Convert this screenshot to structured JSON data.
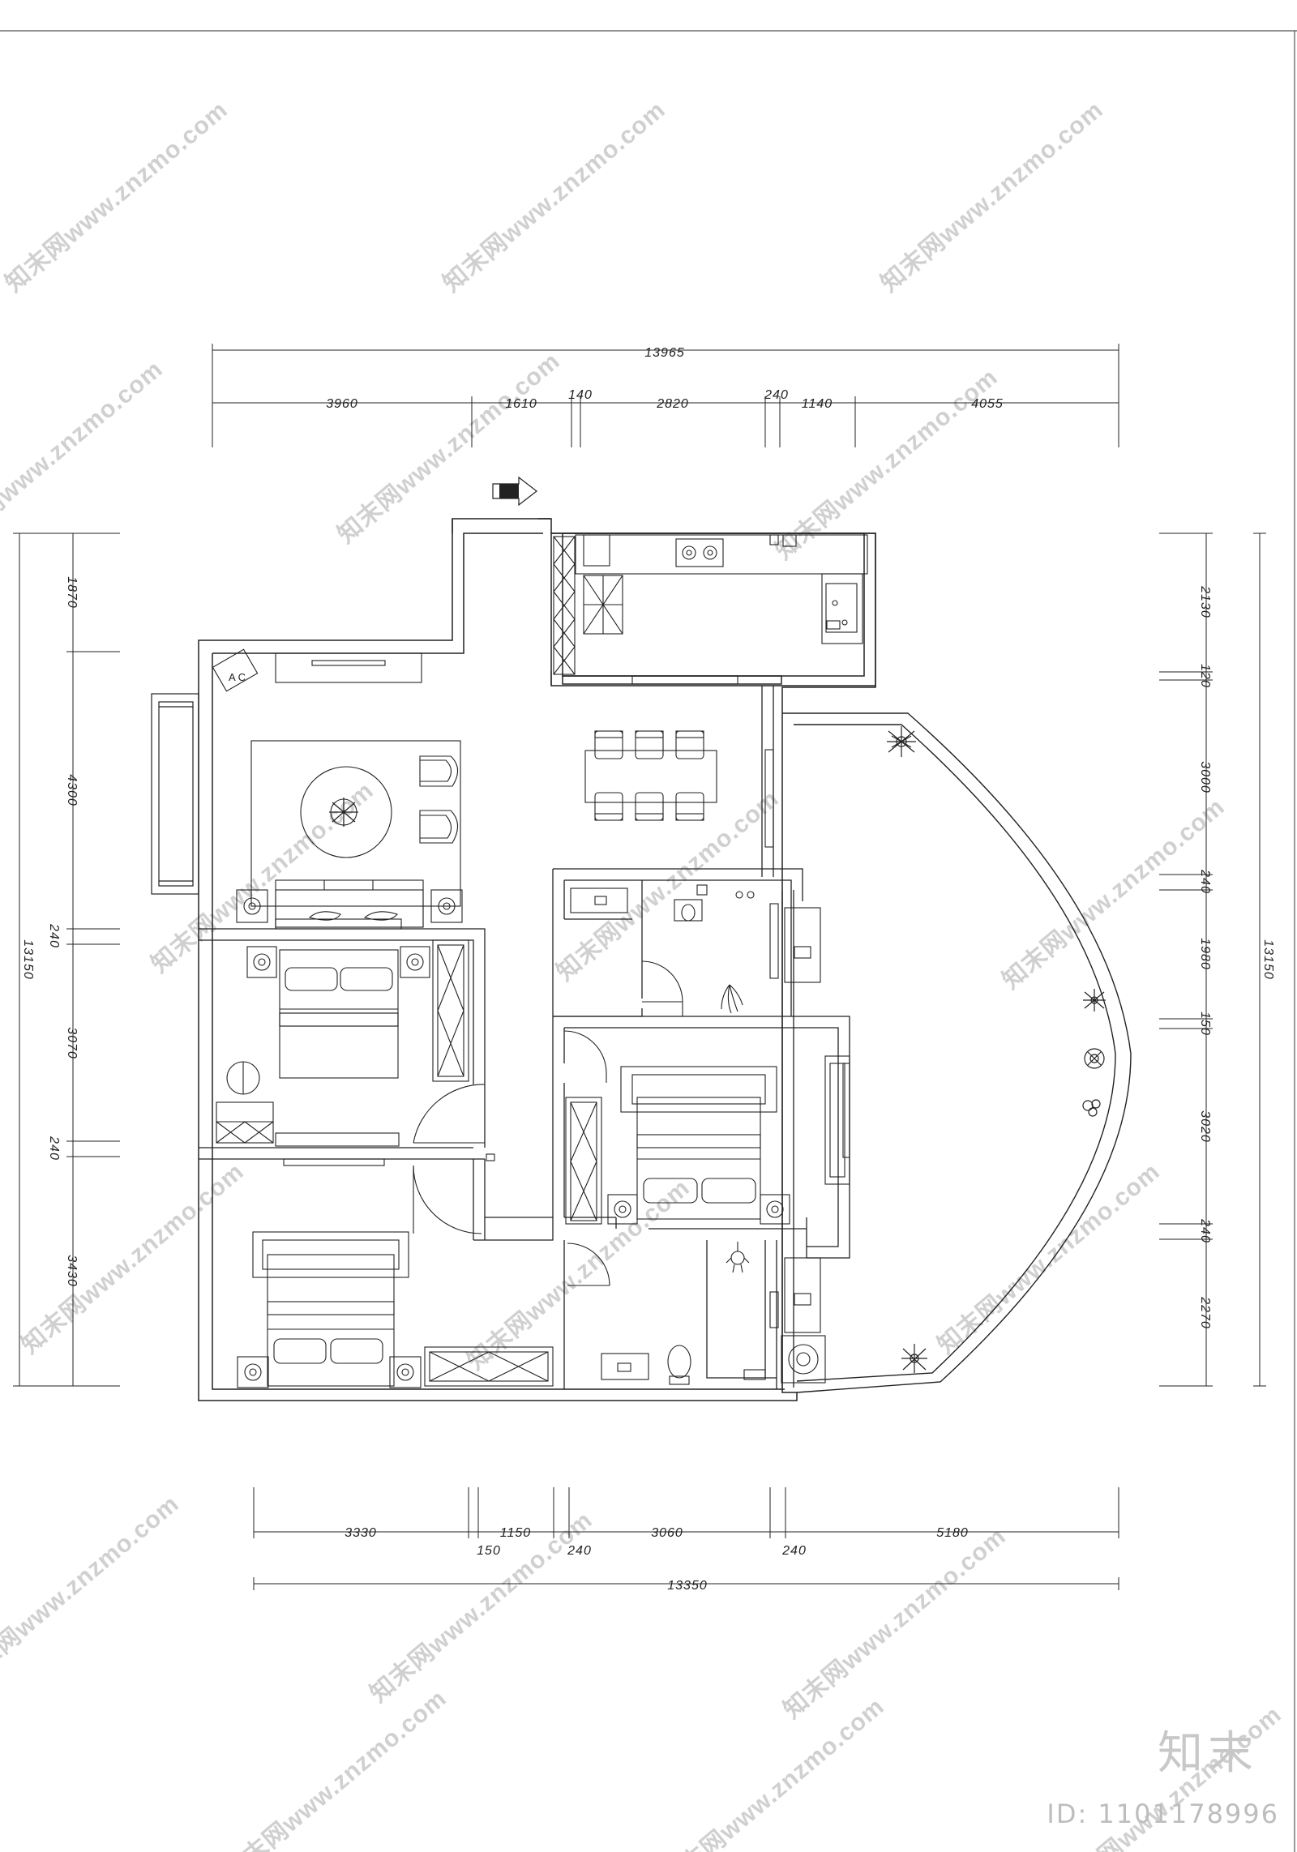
{
  "dimensions": {
    "top_overall": "13965",
    "top_segments": [
      "3960",
      "1610",
      "140",
      "2820",
      "240",
      "1140",
      "4055"
    ],
    "bottom_overall": "13350",
    "bottom_segments": [
      "3330",
      "150",
      "1150",
      "240",
      "3060",
      "240",
      "5180"
    ],
    "left_overall": "13150",
    "left_segments": [
      "1870",
      "4300",
      "240",
      "3070",
      "240",
      "3430"
    ],
    "right_overall": "13150",
    "right_segments": [
      "2130",
      "120",
      "3000",
      "240",
      "1980",
      "150",
      "3020",
      "240",
      "2270"
    ]
  },
  "ac_label": "A C",
  "watermark": {
    "text": "知末网www.znzmo.com",
    "brand": "知末",
    "id": "ID: 1101178996"
  }
}
